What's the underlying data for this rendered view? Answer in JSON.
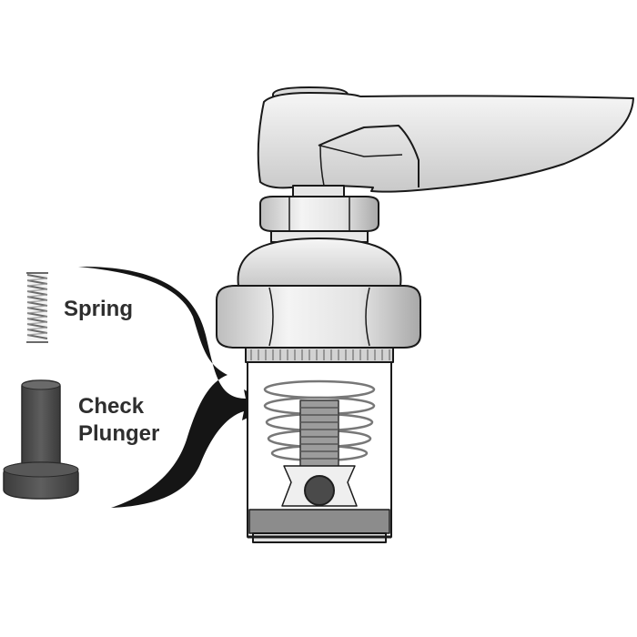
{
  "labels": {
    "spring": "Spring",
    "check_plunger_line1": "Check",
    "check_plunger_line2": "Plunger"
  },
  "colors": {
    "outline": "#1a1a1a",
    "metal_light": "#efefef",
    "metal_mid": "#d6d6d6",
    "metal_dark": "#9a9a9a",
    "plunger": "#4d4d4d",
    "seal_band": "#8c8c8c",
    "label_text": "#2e2e2e"
  }
}
